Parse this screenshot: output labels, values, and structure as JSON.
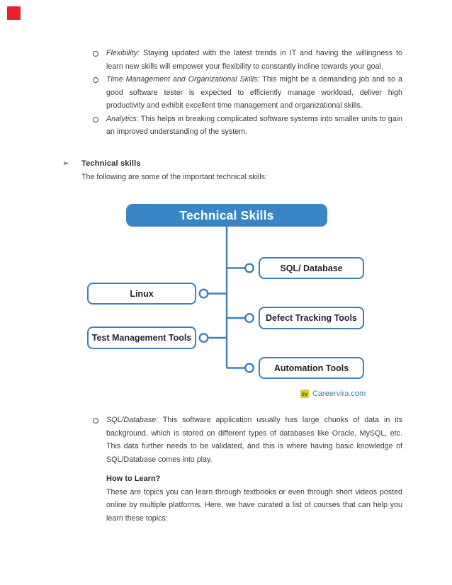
{
  "marker": {
    "color": "#e6212b"
  },
  "soft_skills_list": {
    "bullet_char": "○",
    "items": [
      {
        "term": "Flexibility:",
        "desc": "Staying updated with the latest trends in IT and having the willingness to learn new skills will empower your flexibility to constantly incline towards your goal."
      },
      {
        "term": "Time Management and Organizational Skills:",
        "desc": "This might be a demanding job and so a good software tester is expected to efficiently manage workload, deliver high productivity and exhibit excellent time management and organizational skills."
      },
      {
        "term": "Analytics:",
        "desc": "This helps in breaking complicated software systems into smaller units to gain an improved understanding of the system."
      }
    ]
  },
  "technical_section": {
    "arrow_char": "➢",
    "heading": "Technical skills",
    "subheading": "The following are some of the important technical skills:"
  },
  "diagram": {
    "title": "Technical Skills",
    "right_nodes": [
      {
        "label": "SQL/ Database"
      },
      {
        "label": "Defect Tracking Tools"
      },
      {
        "label": "Automation Tools"
      }
    ],
    "left_nodes": [
      {
        "label": "Linux"
      },
      {
        "label": "Test Management Tools"
      }
    ],
    "colors": {
      "title_fill": "#3a86c5",
      "line_blue": "#3f7fba"
    },
    "logo": {
      "badge": "cv",
      "text": "Careervira.com"
    }
  },
  "sql_section": {
    "bullet_char": "○",
    "term": "SQL/Database:",
    "desc": "This software application usually has large chunks of data in its background, which is stored on different types of databases like Oracle, MySQL, etc. This data further needs to be validated, and this is where having basic knowledge of SQL/Database comes into play."
  },
  "how_to_learn": {
    "heading": "How to Learn?",
    "body": "These are topics you can learn through textbooks or even through short videos posted online by multiple platforms. Here, we have curated a list of courses that can help you learn these topics:"
  }
}
